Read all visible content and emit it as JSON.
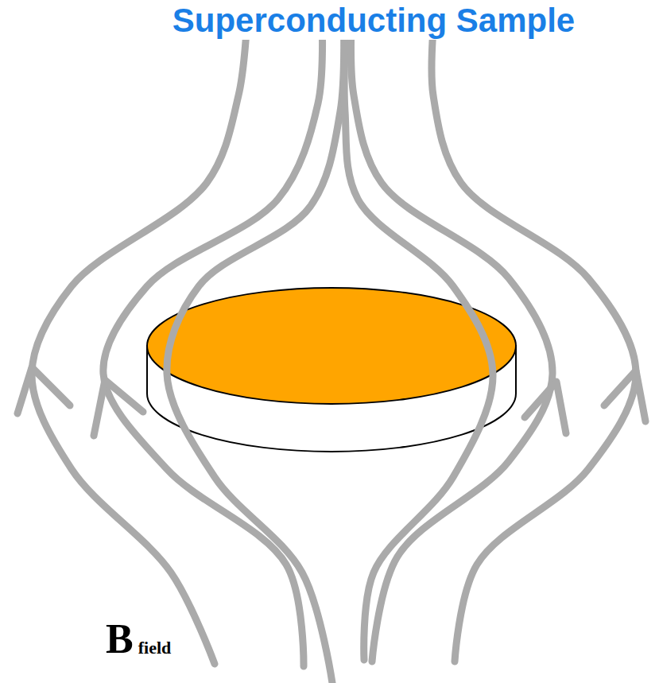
{
  "diagram": {
    "title": "Superconducting Sample",
    "labels": [
      "B",
      "field"
    ]
  }
}
